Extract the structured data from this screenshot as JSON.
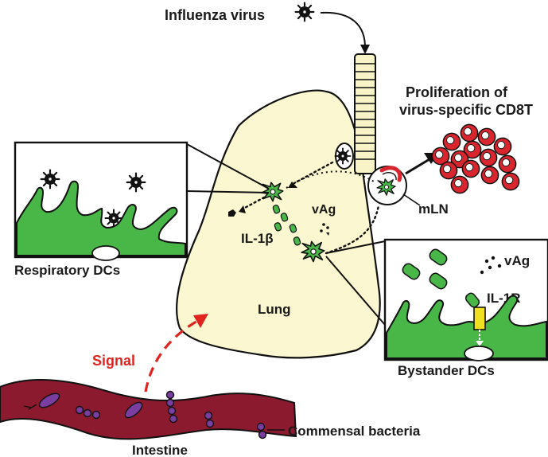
{
  "labels": {
    "influenza_virus": "Influenza virus",
    "proliferation_line1": "Proliferation of",
    "proliferation_line2": "virus-specific CD8T",
    "mln": "mLN",
    "vag_lung": "vAg",
    "il1b": "IL-1β",
    "lung": "Lung",
    "respiratory_dcs": "Respiratory DCs",
    "vag_inset": "vAg",
    "il1r": "IL-1R",
    "bystander_dcs": "Bystander DCs",
    "signal": "Signal",
    "intestine": "Intestine",
    "commensal_bacteria": "Commensal bacteria"
  },
  "colors": {
    "lung_fill": "#fbf7d0",
    "dc_green": "#49b748",
    "intestine": "#8b1a2e",
    "bacteria": "#7a3ea0",
    "cd8t": "#d9262e",
    "signal_red": "#e0231e",
    "receptor_yellow": "#f0e020"
  },
  "icons": [
    "virus-icon",
    "dendritic-cell-icon",
    "t-cell-icon",
    "trachea-icon",
    "lymph-node-icon",
    "bacteria-icon"
  ]
}
